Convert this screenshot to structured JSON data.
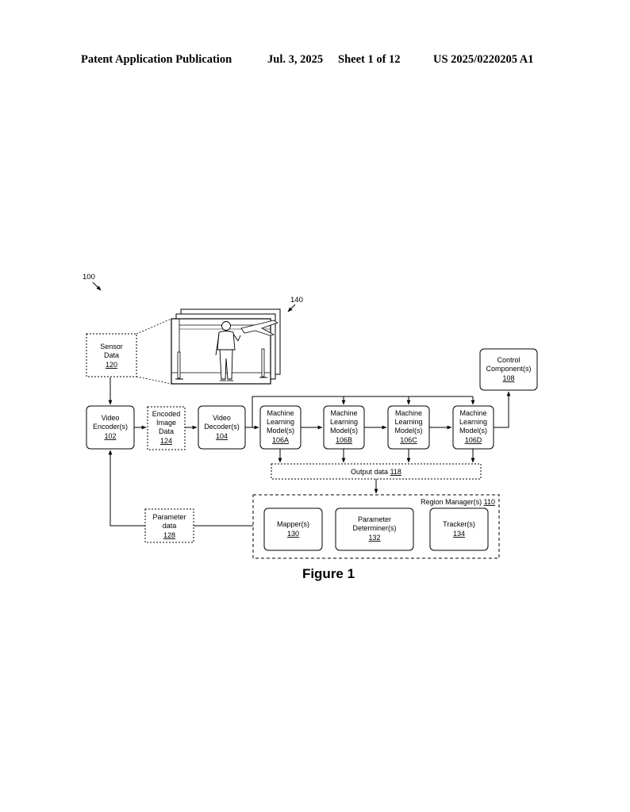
{
  "header": {
    "left": "Patent Application Publication",
    "date": "Jul. 3, 2025",
    "sheet": "Sheet 1 of 12",
    "pub_number": "US 2025/0220205 A1"
  },
  "diagram": {
    "ref_system": "100",
    "ref_image": "140",
    "sensor": {
      "l1": "Sensor",
      "l2": "Data",
      "num": "120"
    },
    "encoder": {
      "l1": "Video",
      "l2": "Encoder(s)",
      "num": "102"
    },
    "encoded": {
      "l1": "Encoded",
      "l2": "Image",
      "l3": "Data",
      "num": "124"
    },
    "decoder": {
      "l1": "Video",
      "l2": "Decoder(s)",
      "num": "104"
    },
    "models": [
      {
        "l1": "Machine",
        "l2": "Learning",
        "l3": "Model(s)",
        "num": "106A"
      },
      {
        "l1": "Machine",
        "l2": "Learning",
        "l3": "Model(s)",
        "num": "106B"
      },
      {
        "l1": "Machine",
        "l2": "Learning",
        "l3": "Model(s)",
        "num": "106C"
      },
      {
        "l1": "Machine",
        "l2": "Learning",
        "l3": "Model(s)",
        "num": "106D"
      }
    ],
    "control": {
      "l1": "Control",
      "l2": "Component(s)",
      "num": "108"
    },
    "output": {
      "label": "Output data",
      "num": "118"
    },
    "region_manager": {
      "label": "Region Manager(s)",
      "num": "110"
    },
    "mapper": {
      "l1": "Mapper(s)",
      "num": "130"
    },
    "param_det": {
      "l1": "Parameter",
      "l2": "Determiner(s)",
      "num": "132"
    },
    "tracker": {
      "l1": "Tracker(s)",
      "num": "134"
    },
    "param_data": {
      "l1": "Parameter",
      "l2": "data",
      "num": "128"
    },
    "figure_label": "Figure 1"
  }
}
